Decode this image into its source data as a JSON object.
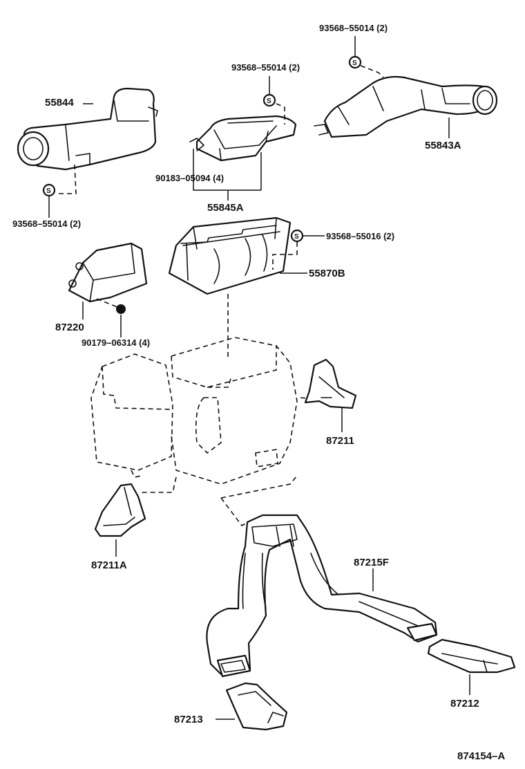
{
  "labels": {
    "p55844": "55844",
    "p93568_55014_a": "93568–55014 (2)",
    "p93568_55014_b": "93568–55014 (2)",
    "p93568_55014_c": "93568–55014 (2)",
    "p55843A": "55843A",
    "p90183": "90183–05094 (4)",
    "p55845A": "55845A",
    "p93568_55016": "93568–55016 (2)",
    "p55870B": "55870B",
    "p87220": "87220",
    "p90179": "90179–06314 (4)",
    "p87211": "87211",
    "p87211A": "87211A",
    "p87215F": "87215F",
    "p87212": "87212",
    "p87213": "87213",
    "ref": "874154–A"
  },
  "screw_symbol": "S",
  "icons": {
    "screw": "circled-s-screw-icon",
    "nut": "hex-nut-icon"
  }
}
